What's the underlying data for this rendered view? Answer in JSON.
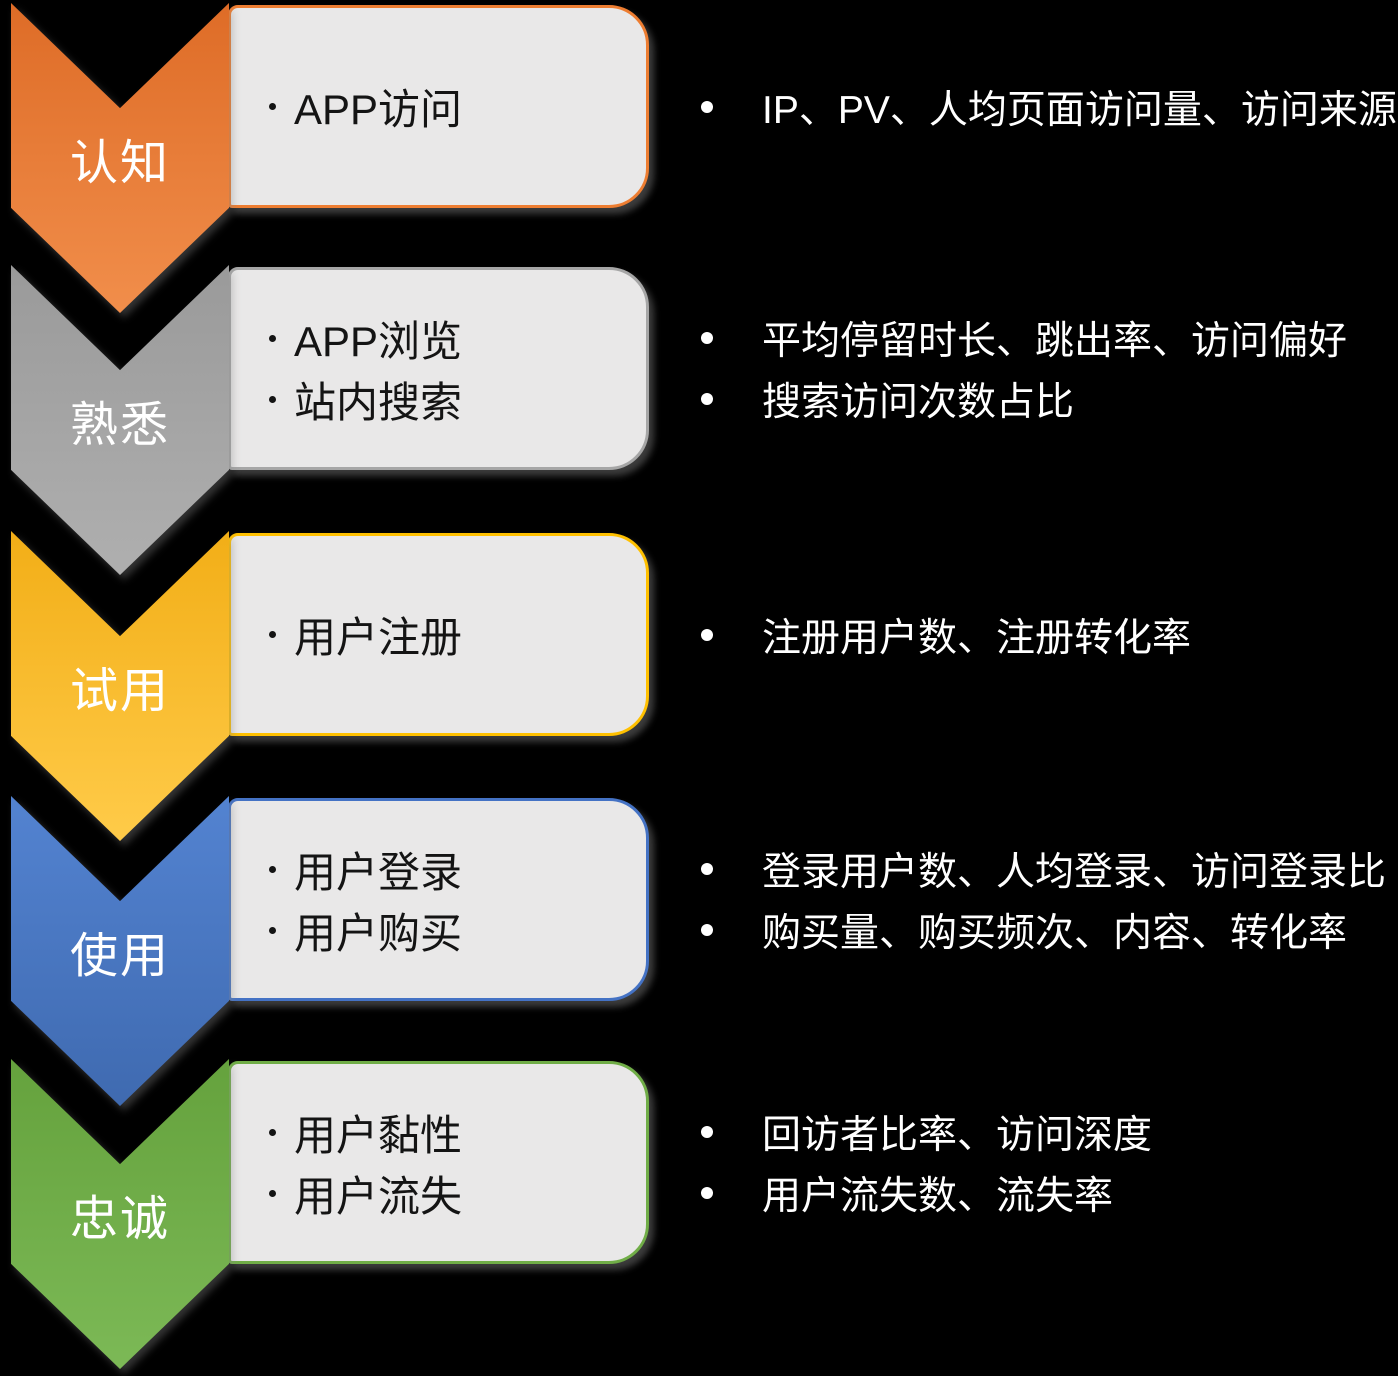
{
  "diagram": {
    "background": "#000000",
    "box_fill": "#E9E8E8",
    "box_text_color": "#141414",
    "light_text_color": "#FFFFFF"
  },
  "stages": [
    {
      "label": "认知",
      "color": "#ED7D31",
      "gradient": [
        "#DE6C27",
        "#F18E4B"
      ],
      "items": [
        "APP访问"
      ],
      "metrics": [
        "IP、PV、人均页面访问量、访问来源"
      ]
    },
    {
      "label": "熟悉",
      "color": "#A6A6A6",
      "gradient": [
        "#9A9A9A",
        "#AFAFAF"
      ],
      "items": [
        "APP浏览",
        "站内搜索"
      ],
      "metrics": [
        "平均停留时长、跳出率、访问偏好",
        "搜索访问次数占比"
      ]
    },
    {
      "label": "试用",
      "color": "#FFC000",
      "gradient": [
        "#F2AE17",
        "#FFCB49"
      ],
      "items": [
        "用户注册"
      ],
      "metrics": [
        "注册用户数、注册转化率"
      ]
    },
    {
      "label": "使用",
      "color": "#4472C4",
      "gradient": [
        "#5383D1",
        "#3F6AB0"
      ],
      "items": [
        "用户登录",
        "用户购买"
      ],
      "metrics": [
        "登录用户数、人均登录、访问登录比",
        "购买量、购买频次、内容、转化率"
      ]
    },
    {
      "label": "忠诚",
      "color": "#70AD47",
      "gradient": [
        "#65A23D",
        "#7CB956"
      ],
      "items": [
        "用户黏性",
        "用户流失"
      ],
      "metrics": [
        "回访者比率、访问深度",
        "用户流失数、流失率"
      ]
    }
  ]
}
